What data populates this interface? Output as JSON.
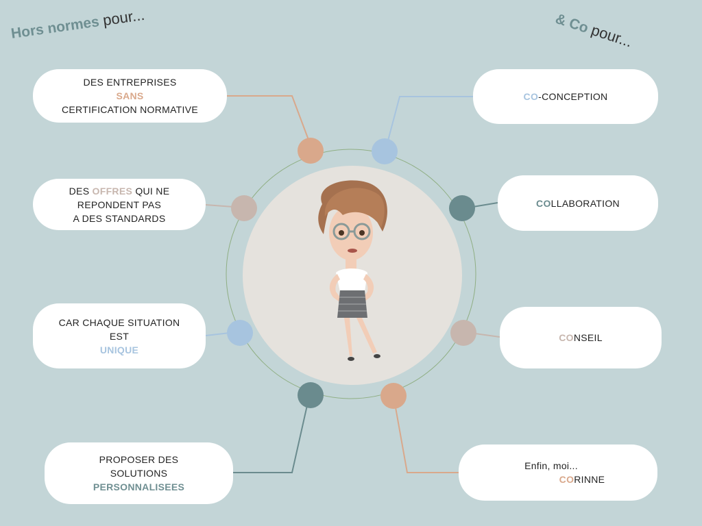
{
  "titles": {
    "left": {
      "strong": "Hors normes",
      "thin": "pour..."
    },
    "right": {
      "strong": "& Co",
      "thin": "pour..."
    }
  },
  "colors": {
    "background": "#c3d5d7",
    "salmon": "#d9a88b",
    "taupe": "#c7b6ae",
    "blue": "#a7c4df",
    "teal": "#6a8b8e",
    "teal_text": "#6f8f92",
    "ring": "#8fae83"
  },
  "left_items": [
    {
      "line1": "DES ENTREPRISES",
      "highlight": "SANS",
      "line3": "CERTIFICATION NORMATIVE",
      "accent": "#d9a88b"
    },
    {
      "highlight": "OFFRES",
      "line1_pre": "DES ",
      "line1_post": " QUI NE",
      "line2": "REPONDENT PAS",
      "line3": "A DES STANDARDS",
      "accent": "#c7b6ae"
    },
    {
      "line1": "CAR CHAQUE SITUATION",
      "line2": "EST",
      "highlight": "UNIQUE",
      "accent": "#a7c4df"
    },
    {
      "line1": "PROPOSER DES",
      "line2": "SOLUTIONS",
      "highlight": "PERSONNALISEES",
      "accent": "#6a8b8e"
    }
  ],
  "right_items": [
    {
      "prefix": "CO",
      "rest": "-CONCEPTION",
      "accent": "#a7c4df"
    },
    {
      "prefix": "CO",
      "rest": "LLABORATION",
      "accent": "#6a8b8e"
    },
    {
      "prefix": "CO",
      "rest": "NSEIL",
      "accent": "#c7b6ae"
    },
    {
      "line1": "Enfin, moi...",
      "prefix": "CO",
      "rest": "RINNE",
      "accent": "#d9a88b"
    }
  ],
  "center": {
    "figure": "woman-avatar-illustration"
  }
}
